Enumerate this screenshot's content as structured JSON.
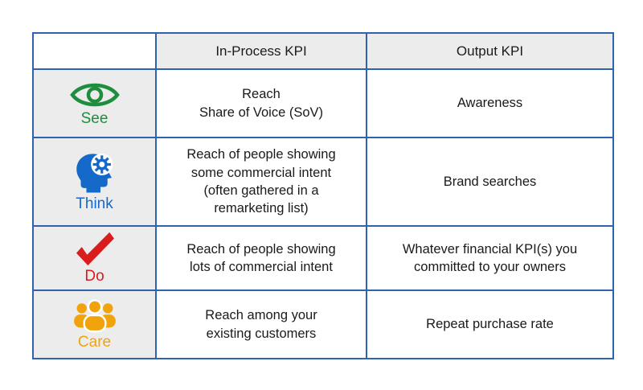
{
  "table": {
    "header": {
      "stage": "",
      "in_process": "In-Process KPI",
      "output": "Output KPI"
    },
    "rows": [
      {
        "stage": "See",
        "icon": "eye-icon",
        "color": "#1e8e3e",
        "in_process": "Reach\nShare of Voice (SoV)",
        "output": "Awareness"
      },
      {
        "stage": "Think",
        "icon": "head-gear-icon",
        "color": "#1569c8",
        "in_process": "Reach of people showing\nsome commercial intent\n(often gathered in a\nremarketing list)",
        "output": "Brand searches"
      },
      {
        "stage": "Do",
        "icon": "checkmark-icon",
        "color": "#da1c1c",
        "in_process": "Reach of people showing\nlots of commercial intent",
        "output": "Whatever financial KPI(s) you\ncommitted to your owners"
      },
      {
        "stage": "Care",
        "icon": "people-icon",
        "color": "#f0a30a",
        "in_process": "Reach among your\nexisting customers",
        "output": "Repeat purchase rate"
      }
    ],
    "colors": {
      "border": "#2f63ad",
      "header_bg": "#ececec",
      "stage_column_bg": "#ececec"
    }
  }
}
